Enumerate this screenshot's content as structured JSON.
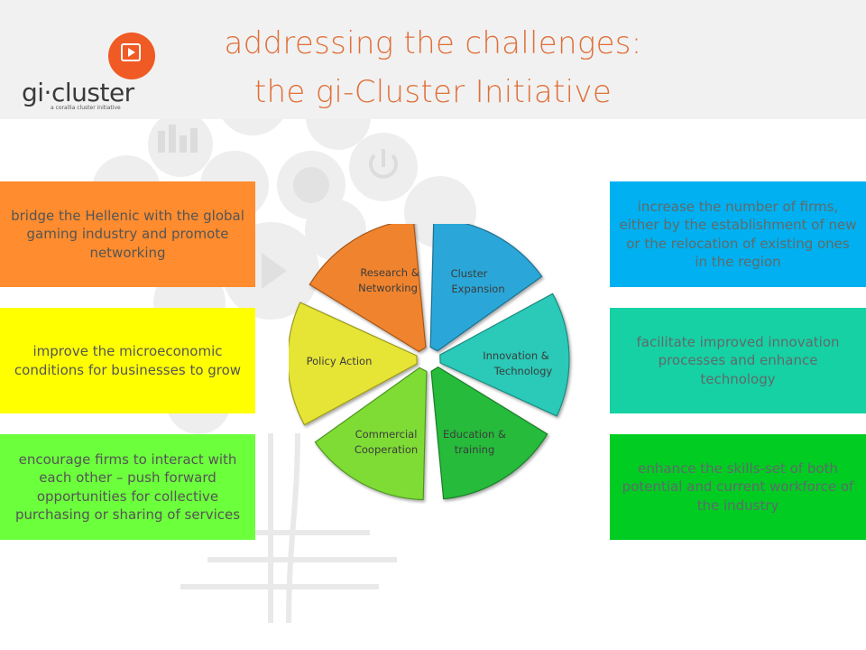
{
  "header": {
    "title_line1": "addressing the challenges:",
    "title_line2": "the gi-Cluster Initiative"
  },
  "logo": {
    "name": "gi·cluster",
    "tagline": "a corallia cluster initiative"
  },
  "left_boxes": [
    {
      "text": "bridge the Hellenic with the global gaming industry and promote networking",
      "color": "#ff8c2e"
    },
    {
      "text": "improve the microeconomic conditions for businesses to grow",
      "color": "#ffff00"
    },
    {
      "text": "encourage firms to interact with each other – push forward opportunities for collective purchasing or sharing of services",
      "color": "#6cff3c"
    }
  ],
  "right_boxes": [
    {
      "text": "increase the number of firms, either by the establishment of new or the relocation of existing ones in the region",
      "color": "#00b0f0"
    },
    {
      "text": "facilitate improved innovation processes and enhance technology",
      "color": "#16d1a4"
    },
    {
      "text": "enhance the skills-set of both potential and current workforce of the industry",
      "color": "#00cc22"
    }
  ],
  "wheel": {
    "segments": [
      {
        "line1": "Cluster",
        "line2": "Expansion",
        "color": "#29a7d8"
      },
      {
        "line1": "Innovation &",
        "line2": "Technology",
        "color": "#2bc9b8"
      },
      {
        "line1": "Education &",
        "line2": "training",
        "color": "#27bb3b"
      },
      {
        "line1": "Commercial",
        "line2": "Cooperation",
        "color": "#7fdc36"
      },
      {
        "line1": "Policy  Action",
        "line2": "",
        "color": "#e6e534"
      },
      {
        "line1": "Research &",
        "line2": "Networking",
        "color": "#f0842e"
      }
    ]
  }
}
